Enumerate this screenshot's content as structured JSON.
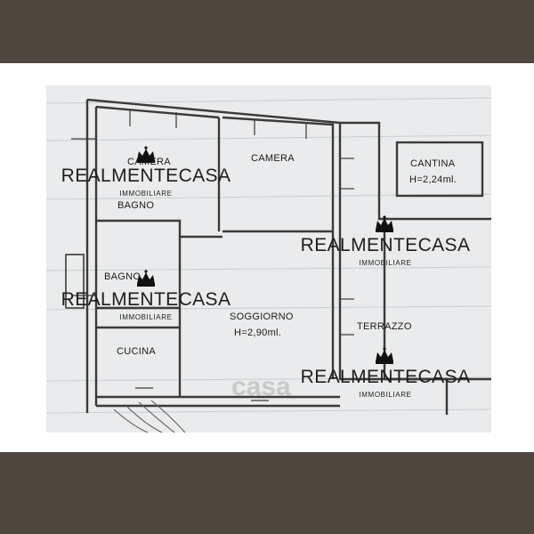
{
  "rooms": {
    "camera_left": "CAMERA",
    "camera_right": "CAMERA",
    "cantina": "CANTINA",
    "cantina_height": "H=2,24ml.",
    "bagno_top": "BAGNO",
    "bagno_bottom": "BAGNO",
    "cucina": "CUCINA",
    "soggiorno": "SOGGIORNO",
    "soggiorno_height": "H=2,90ml.",
    "terrazzo": "TERRAZZO"
  },
  "watermarks": [
    {
      "brand": "REALMENTECASA",
      "sub": "IMMOBILIARE"
    },
    {
      "brand": "REALMENTECASA",
      "sub": "IMMOBILIARE"
    },
    {
      "brand": "REALMENTECASA",
      "sub": "IMMOBILIARE"
    },
    {
      "brand": "REALMENTECASA",
      "sub": "IMMOBILIARE"
    }
  ],
  "icons": {
    "watermark_logo": "crown-icon"
  },
  "colors": {
    "frame": "#4e473f",
    "plan_bg": "#e9ebec",
    "wall": "#3a3a3a"
  }
}
